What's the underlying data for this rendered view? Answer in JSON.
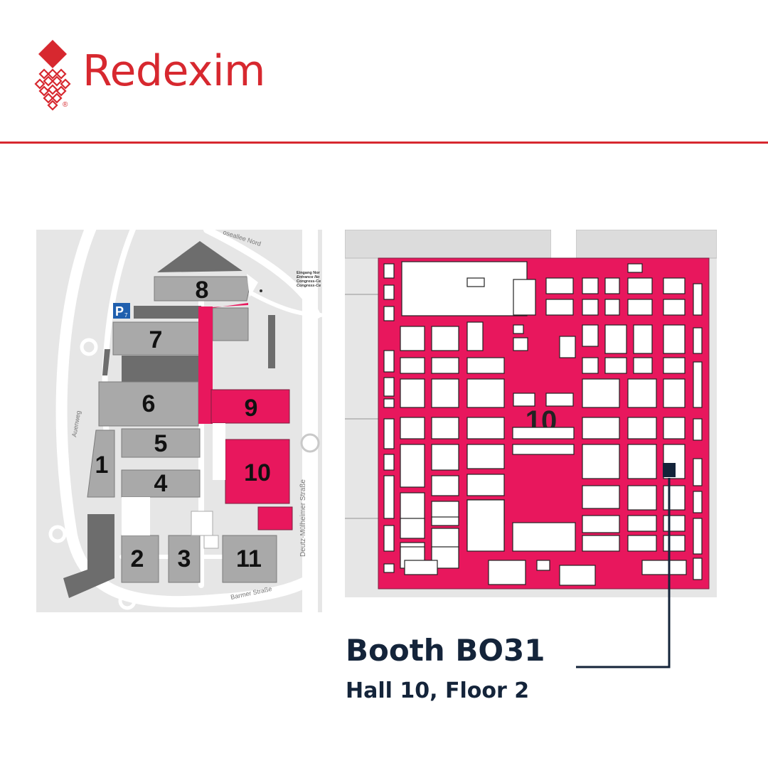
{
  "brand": {
    "name": "Redexim",
    "registered_mark": "®",
    "color": "#d7282f"
  },
  "colors": {
    "highlight": "#e8175d",
    "text_dark": "#14243a",
    "building": "#a9a9a9",
    "building_dark": "#6d6d6d",
    "ground": "#e6e6e6",
    "road": "#ffffff"
  },
  "site_map": {
    "halls": [
      {
        "label": "1"
      },
      {
        "label": "2"
      },
      {
        "label": "3"
      },
      {
        "label": "4"
      },
      {
        "label": "5"
      },
      {
        "label": "6"
      },
      {
        "label": "7"
      },
      {
        "label": "8"
      },
      {
        "label": "9",
        "highlight": true
      },
      {
        "label": "10",
        "highlight": true
      },
      {
        "label": "11"
      }
    ],
    "parking_label": "P",
    "parking_number": "7",
    "streets": {
      "north": "oseallee Nord",
      "west": "Auenweg",
      "east": "Deutz-Mülheimer Straße",
      "south": "Barmer Straße"
    },
    "entrance_lines": [
      "Eingang Nor",
      "Entrance No",
      "Congress-Ce",
      "Congress-Ce"
    ]
  },
  "hall_map": {
    "hall_label": "10",
    "booth_highlight_color": "#14243a"
  },
  "booth": {
    "title": "Booth BO31",
    "subtitle": "Hall 10, Floor 2"
  }
}
